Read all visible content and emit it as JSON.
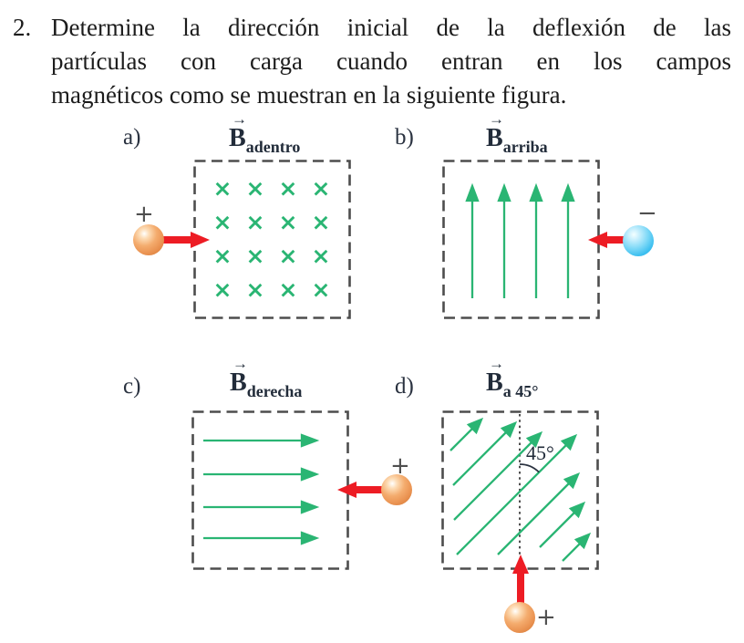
{
  "problem": {
    "number": "2.",
    "line1": "Determine la dirección inicial de la deflexión de las",
    "line2": "partículas con carga cuando entran en los campos",
    "line3": "magnéticos como se muestran en la siguiente figura."
  },
  "figure": {
    "panels": [
      {
        "label": "a)",
        "field": "B",
        "vector_mark": "→",
        "subscript": "adentro",
        "field_symbol": "×",
        "charge_sign": "+"
      },
      {
        "label": "b)",
        "field": "B",
        "vector_mark": "→",
        "subscript": "arriba",
        "charge_sign": "−"
      },
      {
        "label": "c)",
        "field": "B",
        "vector_mark": "→",
        "subscript": "derecha",
        "charge_sign": "+"
      },
      {
        "label": "d)",
        "field": "B",
        "vector_mark": "→",
        "subscript": "a 45°",
        "angle_label": "45°",
        "charge_sign": "+"
      }
    ],
    "colors": {
      "field_green": "#2ab573",
      "velocity_red": "#ed1c24",
      "positive_particle_orange": "#f0a060",
      "negative_particle_blue": "#4fc3f0",
      "dashed_border_gray": "#4d4d4d",
      "text_dark": "#222c3a"
    }
  }
}
